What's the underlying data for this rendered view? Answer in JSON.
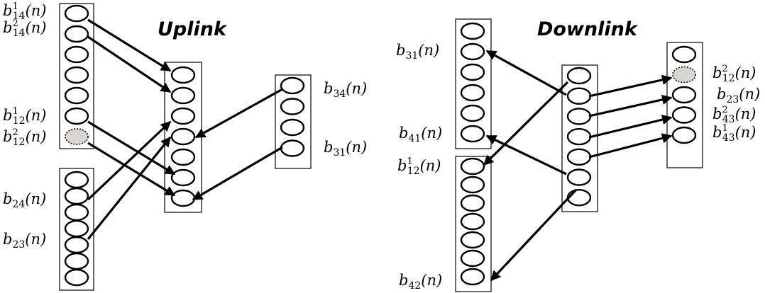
{
  "uplink": {
    "title": "Uplink",
    "labels": [
      {
        "id": "b14-1",
        "base": "b",
        "sub": "14",
        "sup": "1",
        "arg": "(n)"
      },
      {
        "id": "b14-2",
        "base": "b",
        "sub": "14",
        "sup": "2",
        "arg": "(n)"
      },
      {
        "id": "b12-1",
        "base": "b",
        "sub": "12",
        "sup": "1",
        "arg": "(n)"
      },
      {
        "id": "b12-2",
        "base": "b",
        "sub": "12",
        "sup": "2",
        "arg": "(n)"
      },
      {
        "id": "b24",
        "base": "b",
        "sub": "24",
        "sup": "",
        "arg": "(n)"
      },
      {
        "id": "b23",
        "base": "b",
        "sub": "23",
        "sup": "",
        "arg": "(n)"
      },
      {
        "id": "b34",
        "base": "b",
        "sub": "34",
        "sup": "",
        "arg": "(n)"
      },
      {
        "id": "b31",
        "base": "b",
        "sub": "31",
        "sup": "",
        "arg": "(n)"
      }
    ]
  },
  "downlink": {
    "title": "Downlink",
    "labels": [
      {
        "id": "b31",
        "base": "b",
        "sub": "31",
        "sup": "",
        "arg": "(n)"
      },
      {
        "id": "b41",
        "base": "b",
        "sub": "41",
        "sup": "",
        "arg": "(n)"
      },
      {
        "id": "b12-1",
        "base": "b",
        "sub": "12",
        "sup": "1",
        "arg": "(n)"
      },
      {
        "id": "b42",
        "base": "b",
        "sub": "42",
        "sup": "",
        "arg": "(n)"
      },
      {
        "id": "b12-2",
        "base": "b",
        "sub": "12",
        "sup": "2",
        "arg": "(n)"
      },
      {
        "id": "b23",
        "base": "b",
        "sub": "23",
        "sup": "",
        "arg": "(n)"
      },
      {
        "id": "b43-2",
        "base": "b",
        "sub": "43",
        "sup": "2",
        "arg": "(n)"
      },
      {
        "id": "b43-1",
        "base": "b",
        "sub": "43",
        "sup": "1",
        "arg": "(n)"
      }
    ]
  },
  "colors": {
    "line": "#000000",
    "held_slot": "#d8d6d0",
    "background": "#ffffff"
  }
}
